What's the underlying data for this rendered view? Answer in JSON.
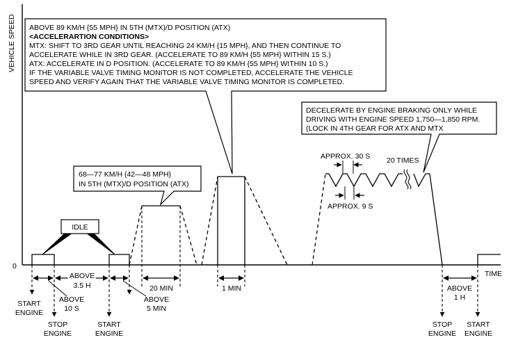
{
  "axis": {
    "y_label": "VEHICLE SPEED",
    "origin_label": "0",
    "x_label": "TIME"
  },
  "callouts": {
    "top": {
      "lines": [
        "ABOVE 89 KM/H {55 MPH} IN 5TH (MTX)/D POSITION (ATX)",
        "<ACCELERARTION CONDITIONS>",
        "MTX: SHIFT TO 3RD GEAR UNTIL REACHING 24 KM/H {15 MPH}, AND THEN CONTINUE TO",
        "ACCELERATE WHILE IN 3RD GEAR. (ACCELERATE TO 89 KM/H {55 MPH} WITHIN 15 S.)",
        "ATX: ACCELERATE IN D POSITION. (ACCELERATE TO 89 KM/H {55 MPH} WITHIN 10 S.)",
        "IF THE VARIABLE VALVE TIMING MONITOR IS NOT COMPLETED, ACCELERATE THE VEHICLE",
        "SPEED AND VERIFY AGAIN THAT THE VARIABLE VALVE TIMING MONITOR IS COMPLETED."
      ]
    },
    "decel": {
      "lines": [
        "DECELERATE BY ENGINE BRAKING ONLY WHILE",
        "DRIVING WITH ENGINE SPEED 1,750—1,850 RPM.",
        "(LOCK IN 4TH GEAR FOR ATX AND MTX"
      ]
    },
    "mid": {
      "lines": [
        "68—77 KM/H {42—48 MPH}",
        "IN 5TH (MTX)/D POSITION (ATX)"
      ]
    },
    "idle": {
      "label": "IDLE"
    }
  },
  "annotations": {
    "approx_30": "APPROX. 30 S",
    "approx_9": "APPROX. 9 S",
    "times_20": "20 TIMES"
  },
  "durations": {
    "above_3_5h": [
      "ABOVE",
      "3.5 H"
    ],
    "twenty_min": "20 MIN",
    "one_min": "1 MIN",
    "above_1h": [
      "ABOVE",
      "1 H"
    ],
    "above_10s": [
      "ABOVE",
      "10 S"
    ],
    "above_5min": [
      "ABOVE",
      "5 MIN"
    ]
  },
  "events": {
    "start_engine_1": [
      "START",
      "ENGINE"
    ],
    "stop_engine_1": [
      "STOP",
      "ENGINE"
    ],
    "start_engine_2": [
      "START",
      "ENGINE"
    ],
    "stop_engine_2": [
      "STOP",
      "ENGINE"
    ],
    "start_engine_3": [
      "START",
      "ENGINE"
    ]
  }
}
